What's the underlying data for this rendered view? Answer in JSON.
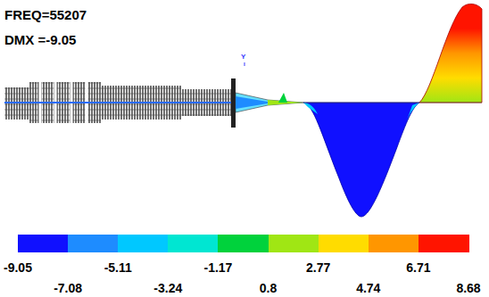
{
  "diagram": {
    "labels": [
      "FREQ=55207",
      "DMX =-9.05",
      "Y",
      "8.68"
    ],
    "legend": [
      {
        "text": "-9.05",
        "color": "#1010ff"
      },
      {
        "text": "-7.08",
        "color": "#1e8cff"
      },
      {
        "text": "-5.11",
        "color": "#00c8ff"
      },
      {
        "text": "-3.24",
        "color": "#00e6d2"
      },
      {
        "text": "-1.17",
        "color": "#00d23c"
      },
      {
        "text": "0.8",
        "color": "#a0e614"
      },
      {
        "text": "2.77",
        "color": "#ffdc00"
      },
      {
        "text": "4.74",
        "color": "#ff9600"
      },
      {
        "text": "6.71",
        "color": "#ff1400"
      }
    ]
  }
}
